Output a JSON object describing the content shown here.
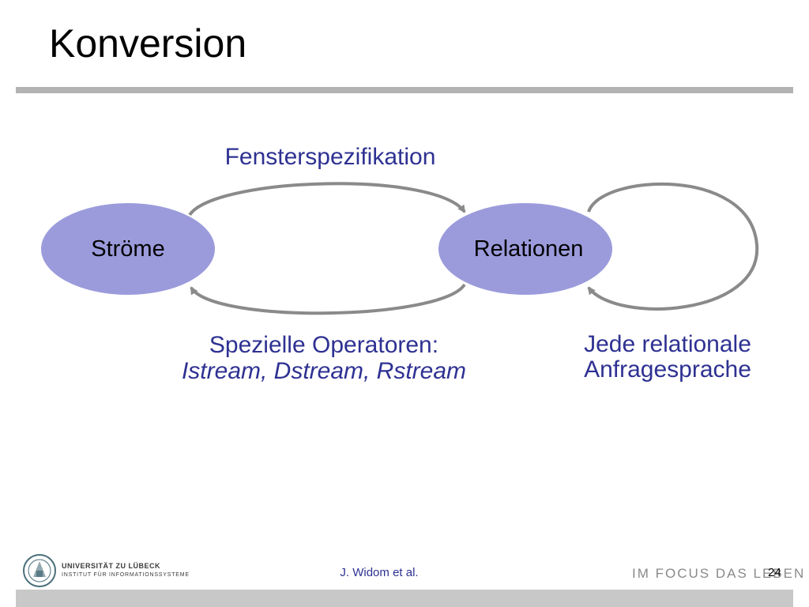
{
  "slide": {
    "title": "Konversion",
    "page_number": "24",
    "citation": "J. Widom et al."
  },
  "diagram": {
    "nodes": {
      "streams": "Ströme",
      "relations": "Relationen"
    },
    "edges": {
      "window_spec": "Fensterspezifikation",
      "special_ops_title": "Spezielle Operatoren:",
      "special_ops_list": "Istream, Dstream, Rstream",
      "any_relational_line1": "Jede relationale",
      "any_relational_line2": "Anfragesprache"
    }
  },
  "footer": {
    "university": "UNIVERSITÄT ZU LÜBECK",
    "institute": "INSTITUT FÜR INFORMATIONSSYSTEME",
    "motto": "IM FOCUS DAS LEBEN"
  },
  "colors": {
    "node_fill": "#9b9bdc",
    "edge_stroke": "#8a8a8a",
    "label_text": "#2e3192",
    "rule": "#b3b3b3"
  }
}
